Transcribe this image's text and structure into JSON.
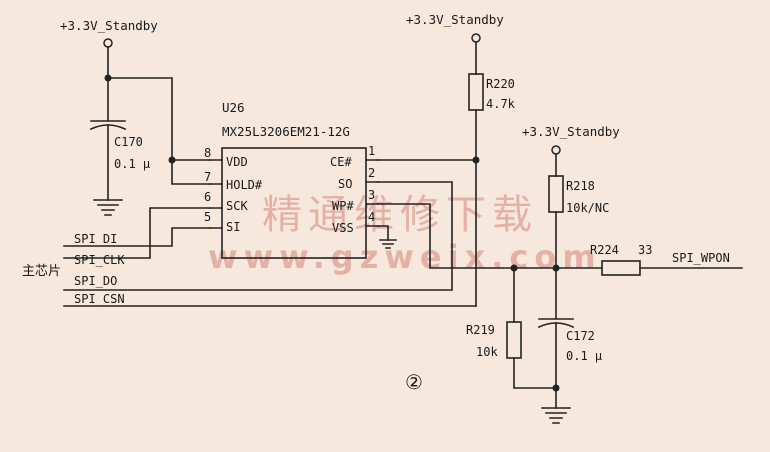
{
  "power": {
    "left_label": "+3.3V_Standby",
    "mid_label": "+3.3V_Standby",
    "right_label": "+3.3V_Standby"
  },
  "chip": {
    "ref": "U26",
    "part": "MX25L3206EM21-12G",
    "pins_left": [
      {
        "num": "8",
        "name": "VDD"
      },
      {
        "num": "7",
        "name": "HOLD#"
      },
      {
        "num": "6",
        "name": "SCK"
      },
      {
        "num": "5",
        "name": "SI"
      }
    ],
    "pins_right": [
      {
        "num": "1",
        "name": "CE#"
      },
      {
        "num": "2",
        "name": "SO"
      },
      {
        "num": "3",
        "name": "WP#"
      },
      {
        "num": "4",
        "name": "VSS"
      }
    ]
  },
  "components": {
    "c170_ref": "C170",
    "c170_val": "0.1 μ",
    "r220_ref": "R220",
    "r220_val": "4.7k",
    "r218_ref": "R218",
    "r218_val": "10k/NC",
    "r224_ref": "R224",
    "r224_val": "33",
    "r219_ref": "R219",
    "r219_val": "10k",
    "c172_ref": "C172",
    "c172_val": "0.1 μ"
  },
  "signals": {
    "di": "SPI_DI",
    "clk": "SPI_CLK",
    "do": "SPI_DO",
    "csn": "SPI_CSN",
    "wpon": "SPI_WPON",
    "main_chip": "主芯片"
  },
  "watermark": {
    "cn": "精通维修下载",
    "url": "www.gzweix.com"
  },
  "figure_marker": "②"
}
